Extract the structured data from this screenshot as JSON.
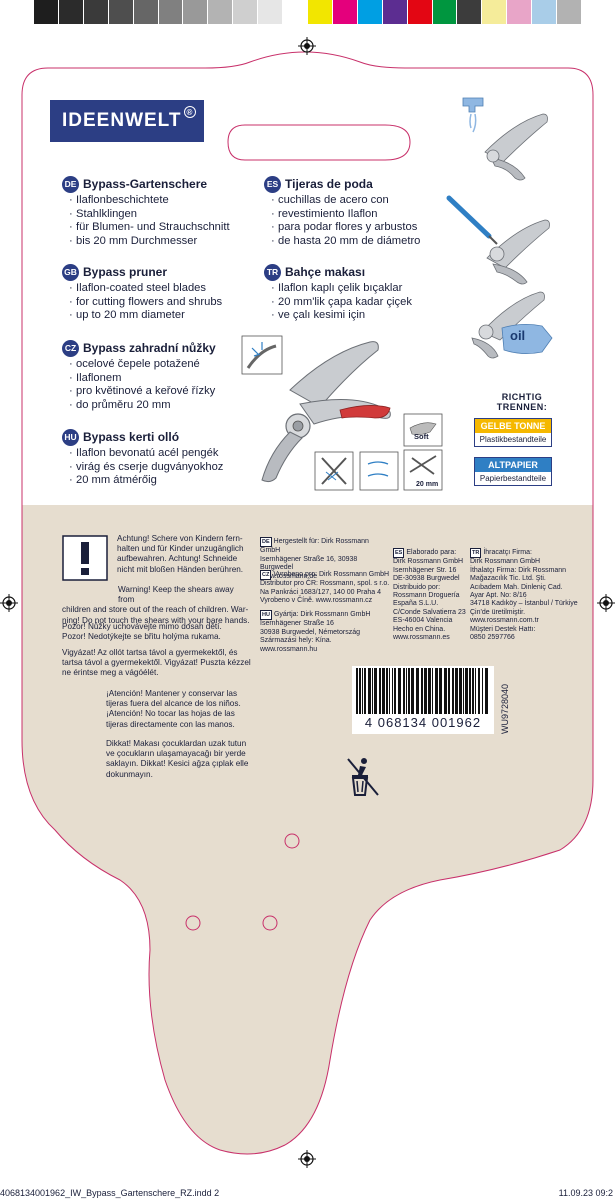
{
  "color_bar": [
    "#1e1e1e",
    "#2b2b2b",
    "#3a3a3a",
    "#4e4e4e",
    "#666666",
    "#808080",
    "#999999",
    "#b3b3b3",
    "#cfcfcf",
    "#e6e6e6",
    "#ffffff",
    "#f2e600",
    "#e4007c",
    "#009fe3",
    "#5c2d91",
    "#e30613",
    "#00963f",
    "#3c3c3c",
    "#f5ec9a",
    "#e8a5c8",
    "#a9cde8",
    "#b2b2b2"
  ],
  "brand": {
    "name": "IDEENWELT"
  },
  "languages": [
    {
      "code": "DE",
      "title": "Bypass-Gartenschere",
      "lines": [
        "Ilaflonbeschichtete",
        "Stahlklingen",
        "für Blumen- und Strauchschnitt",
        "bis 20 mm Durchmesser"
      ]
    },
    {
      "code": "ES",
      "title": "Tijeras de poda",
      "lines": [
        "cuchillas de acero con",
        "revestimiento Ilaflon",
        "para podar flores y arbustos",
        "de hasta 20 mm de diámetro"
      ]
    },
    {
      "code": "GB",
      "title": "Bypass pruner",
      "lines": [
        "Ilaflon-coated steel blades",
        "for cutting flowers and shrubs",
        "up to 20 mm diameter"
      ]
    },
    {
      "code": "TR",
      "title": "Bahçe makası",
      "lines": [
        "Ilaflon kaplı çelik bıçaklar",
        "20 mm'lik çapa kadar çiçek",
        "ve çalı kesimi için"
      ]
    },
    {
      "code": "CZ",
      "title": "Bypass zahradní nůžky",
      "lines": [
        "ocelové čepele potažené",
        "Ilaflonem",
        "pro květinové a keřové řízky",
        "do průměru 20 mm"
      ]
    },
    {
      "code": "HU",
      "title": "Bypass kerti olló",
      "lines": [
        "Ilaflon bevonatú acél pengék",
        "virág és cserje dugványokhoz",
        "20 mm átmérőig"
      ]
    }
  ],
  "illustration": {
    "oil_label": "oil",
    "soft_label": "Soft",
    "size_label": "20 mm"
  },
  "recycling": {
    "title": "RICHTIG TRENNEN:",
    "bins": [
      {
        "name": "GELBE TONNE",
        "content": "Plastikbestandteile",
        "color": "#f5b800"
      },
      {
        "name": "ALTPAPIER",
        "content": "Papierbestandteile",
        "color": "#2f7fc4"
      }
    ]
  },
  "warnings": {
    "de": "Achtung! Schere von Kindern fern-\nhalten und für Kinder unzugänglich\naufbewahren. Achtung! Schneide\nnicht mit bloßen Händen berühren.",
    "gb_first": "Warning! Keep the shears away from",
    "gb_rest": "children and store out of the reach of children. War-\nning! Do not touch the shears with your bare hands.",
    "cz": "Pozor! Nůžky uchovávejte mimo dosah dětí.\nPozor! Nedotýkejte se břitu holýma rukama.",
    "hu": "Vigyázat! Az ollót tartsa távol a gyermekektől, és\ntartsa távol a gyermekektől. Vigyázat! Puszta kézzel\nne érintse meg a vágóélét.",
    "es": "¡Atención! Mantener y conservar las\ntijeras fuera del alcance de los niños.\n¡Atención! No tocar las hojas de las\ntijeras directamente con las manos.",
    "tr": "Dikkat! Makası çocuklardan uzak tutun\nve çocukların ulaşamayacağı bir yerde\nsaklayın. Dikkat! Kesici ağza çıplak elle\ndokunmayın."
  },
  "manufacturer": {
    "de": {
      "code": "DE",
      "text": "Hergestellt für: Dirk Rossmann GmbH\nIsernhägener Straße 16, 30938 Burgwedel\nwww.rossmann.de"
    },
    "cz": {
      "code": "CZ",
      "text": "Vyrobeno pro: Dirk Rossmann GmbH\nDistributor pro ČR: Rossmann, spol. s r.o.\nNa Pankráci 1683/127, 140 00 Praha 4\nVyrobeno v Číně. www.rossmann.cz"
    },
    "hu": {
      "code": "HU",
      "text": "Gyártja: Dirk Rossmann GmbH\nIsernhägener Straße 16\n30938 Burgwedel, Németország\nSzármazási hely: Kína. www.rossmann.hu"
    },
    "es": {
      "code": "ES",
      "text": "Elaborado para:\nDirk Rossmann GmbH\nIsernhägener Str. 16\nDE-30938 Burgwedel\nDistribuido por:\nRossmann Droguería\nEspaña S.L.U.\nC/Conde Salvatierra 23\nES-46004 Valencia\nHecho en China.\nwww.rossmann.es"
    },
    "tr": {
      "code": "TR",
      "text": "İhracatçı Firma:\nDirk Rossmann GmbH\nİthalatçı Firma: Dirk Rossmann\nMağazacılık Tic. Ltd. Şti.\nAcıbadem Mah. Dinleniç Cad.\nAyar Apt. No: 8/16\n34718 Kadıköy – İstanbul / Türkiye\nÇin'de üretilmiştir.\nwww.rossmann.com.tr\nMüşteri Destek Hattı:\n0850 2597766"
    }
  },
  "barcode": {
    "number": "4 068134 001962",
    "article": "WU9728040"
  },
  "footer": {
    "file": "4068134001962_IW_Bypass_Gartenschere_RZ.indd   2",
    "date": "11.09.23   09:2"
  }
}
